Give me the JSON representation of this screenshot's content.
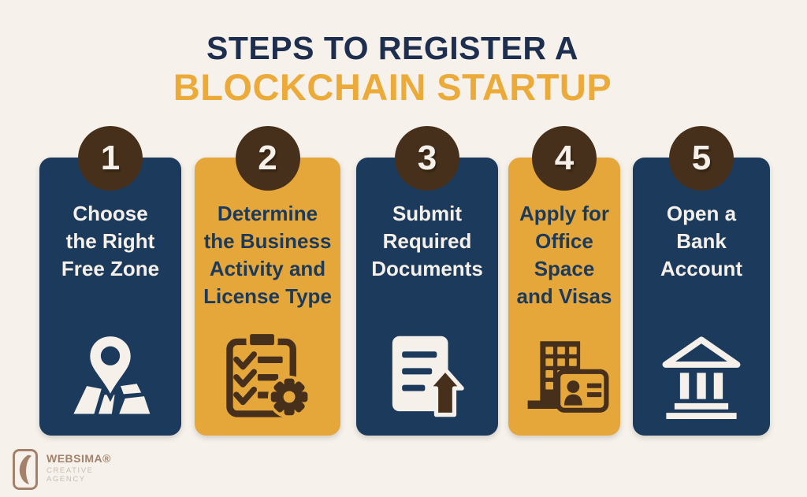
{
  "title": {
    "line1": "STEPS TO REGISTER A",
    "line2": "BLOCKCHAIN STARTUP"
  },
  "steps": [
    {
      "number": "1",
      "title_lines": [
        "Choose",
        "the Right",
        "Free Zone"
      ],
      "theme": "navy",
      "icon": "map-pin-icon"
    },
    {
      "number": "2",
      "title_lines": [
        "Determine",
        "the Business",
        "Activity and",
        "License Type"
      ],
      "theme": "gold",
      "icon": "clipboard-checklist-gear-icon"
    },
    {
      "number": "3",
      "title_lines": [
        "Submit",
        "Required",
        "Documents"
      ],
      "theme": "navy",
      "icon": "document-upload-icon"
    },
    {
      "number": "4",
      "title_lines": [
        "Apply for",
        "Office",
        "Space",
        "and Visas"
      ],
      "theme": "gold",
      "icon": "office-building-id-card-icon"
    },
    {
      "number": "5",
      "title_lines": [
        "Open a",
        "Bank",
        "Account"
      ],
      "theme": "navy",
      "icon": "bank-icon"
    }
  ],
  "footer": {
    "brand": "WEBSIMA®",
    "tagline_lines": [
      "CREATIVE",
      "AGENCY"
    ]
  },
  "colors": {
    "background": "#f6f1ea",
    "navy": "#1c3a5c",
    "gold": "#e5a73a",
    "brown": "#46301b",
    "title_navy": "#1e2e4e",
    "title_gold": "#ecaa38",
    "off_white": "#f5f0e9",
    "logo_copper": "#a3816a",
    "logo_grey": "#c6beb2"
  }
}
